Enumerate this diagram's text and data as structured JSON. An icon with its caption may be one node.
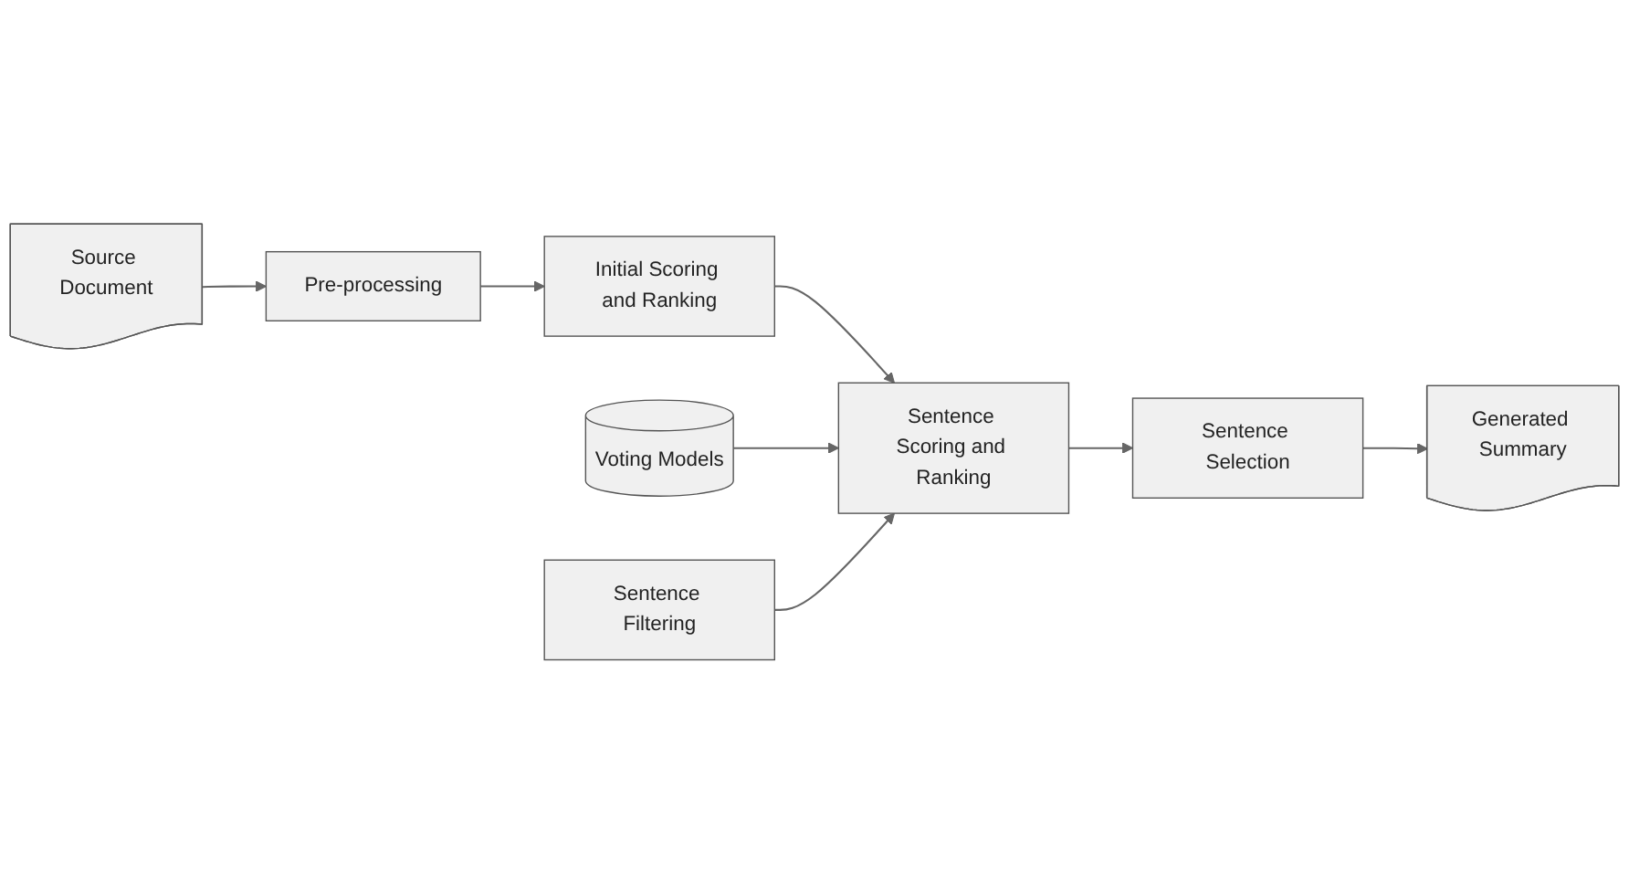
{
  "diagram": {
    "nodes": [
      {
        "text": [
          "Source Document"
        ]
      },
      {
        "text": [
          "Pre-processing"
        ]
      },
      {
        "text": [
          "Initial Scoring and Ranking"
        ]
      },
      {
        "text": [
          "Generated Summary"
        ]
      },
      {
        "text": [
          "Sentence Selection"
        ]
      },
      {
        "text": [
          "Sentence Scoring and Ranking"
        ]
      },
      {
        "text": [
          "Voting Models"
        ]
      },
      {
        "text": [
          "Sentence Filtering"
        ]
      }
    ],
    "edges": [
      {
        "from": 0,
        "to": 1,
        "arrow": "to"
      },
      {
        "from": 1,
        "to": 2,
        "arrow": "to"
      },
      {
        "from": 2,
        "to": 5,
        "arrow": "to"
      },
      {
        "from": 6,
        "to": 5,
        "arrow": "to"
      },
      {
        "from": 5,
        "to": 4,
        "arrow": "to"
      },
      {
        "from": 4,
        "to": 3,
        "arrow": "to"
      },
      {
        "from": 7,
        "to": 5,
        "arrow": "to"
      }
    ]
  }
}
